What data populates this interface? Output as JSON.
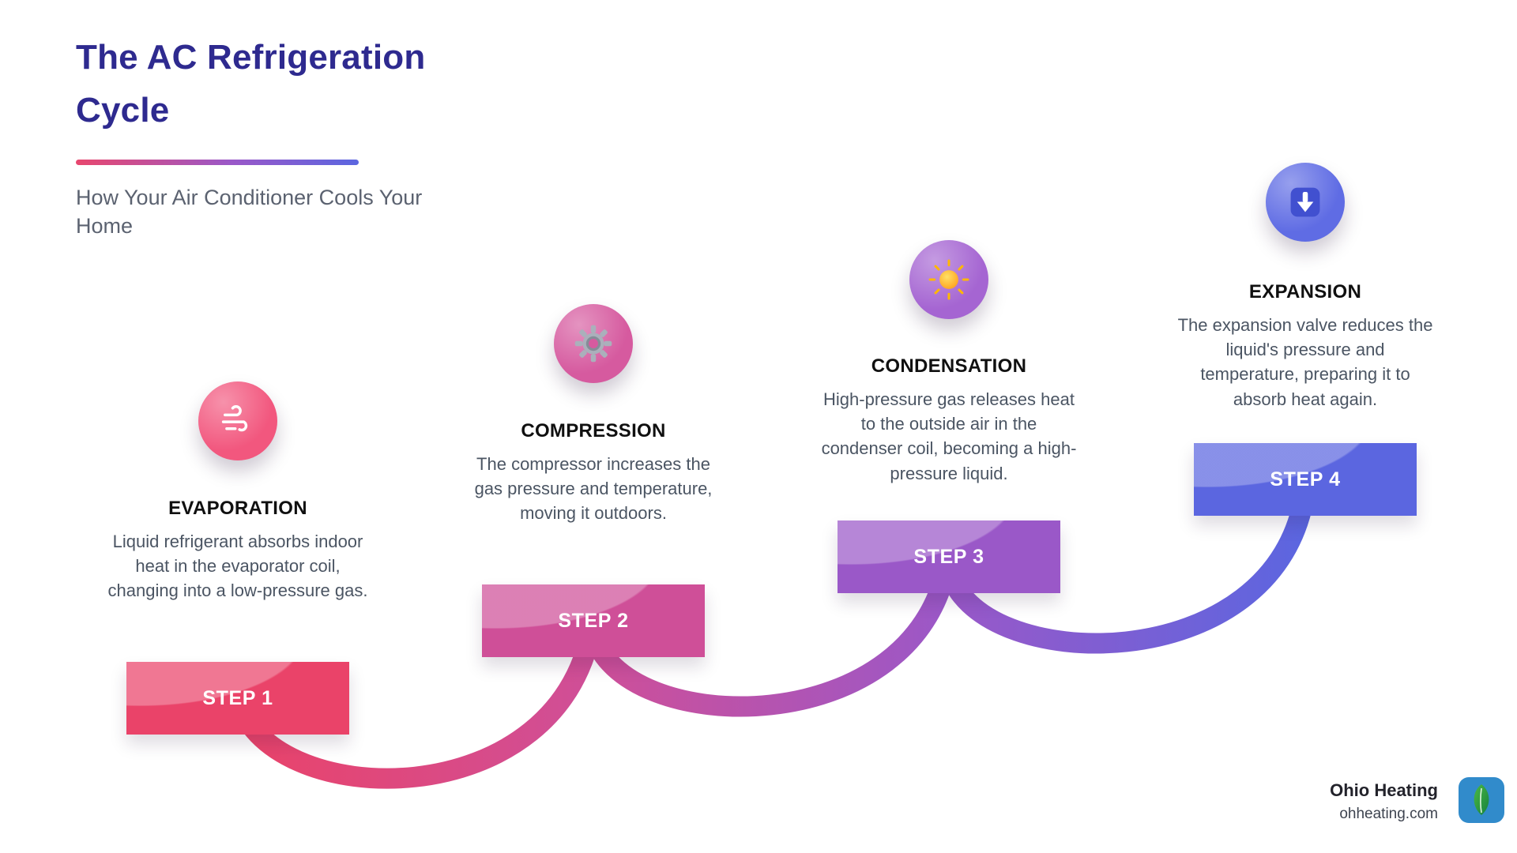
{
  "header": {
    "title_line1": "The AC Refrigeration",
    "title_line2": "Cycle",
    "subtitle": "How Your Air Conditioner Cools Your Home",
    "title_color": "#2e2a8f"
  },
  "steps": [
    {
      "label": "STEP 1",
      "title": "EVAPORATION",
      "description": "Liquid refrigerant absorbs indoor heat in the evaporator coil, changing into a low-pressure gas.",
      "color": "#ea4369",
      "icon_bg": "#f2577e",
      "icon": "wind-icon"
    },
    {
      "label": "STEP 2",
      "title": "COMPRESSION",
      "description": "The compressor increases the gas pressure and temperature, moving it outdoors.",
      "color": "#cf4f98",
      "icon_bg": "#d65a9f",
      "icon": "gear-icon"
    },
    {
      "label": "STEP 3",
      "title": "CONDENSATION",
      "description": "High-pressure gas releases heat to the outside air in the condenser coil, becoming a high-pressure liquid.",
      "color": "#9a58c8",
      "icon_bg": "#a565d2",
      "icon": "sun-icon"
    },
    {
      "label": "STEP 4",
      "title": "EXPANSION",
      "description": "The expansion valve reduces the liquid's pressure and temperature, preparing it to absorb heat again.",
      "color": "#5b66e0",
      "icon_bg": "#5f6ce4",
      "icon": "down-arrow-icon"
    }
  ],
  "footer": {
    "brand": "Ohio Heating",
    "website": "ohheating.com"
  }
}
